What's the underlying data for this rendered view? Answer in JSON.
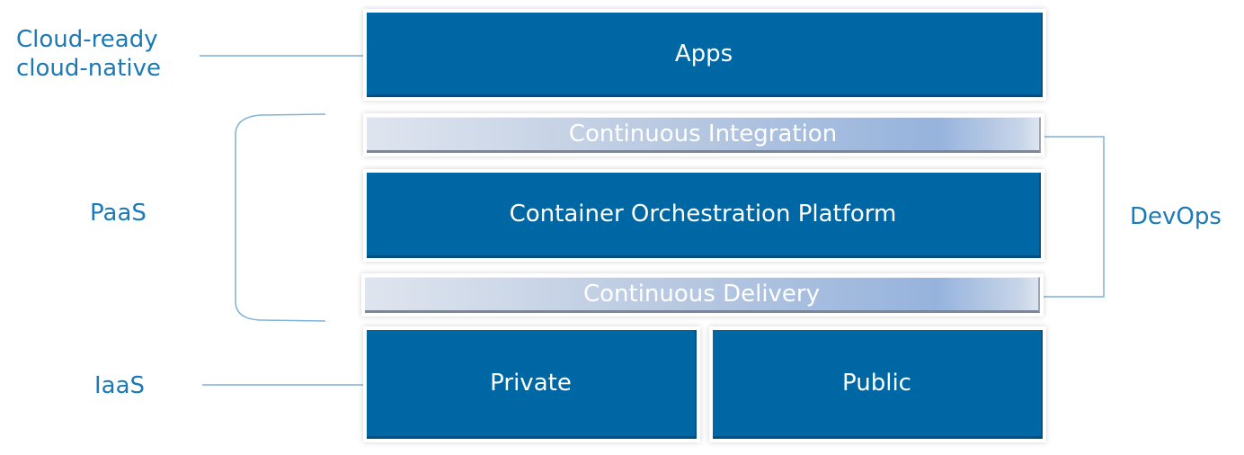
{
  "layers": {
    "apps": "Apps",
    "continuous_integration": "Continuous Integration",
    "container_platform": "Container Orchestration Platform",
    "continuous_delivery": "Continuous Delivery",
    "private": "Private",
    "public": "Public"
  },
  "side_labels": {
    "cloud_ready_line1": "Cloud-ready",
    "cloud_ready_line2": "cloud-native",
    "paas": "PaaS",
    "iaas": "IaaS",
    "devops": "DevOps"
  },
  "colors": {
    "box": "#0067a5",
    "label": "#1b7ab5",
    "connector": "#7fb2d6"
  }
}
